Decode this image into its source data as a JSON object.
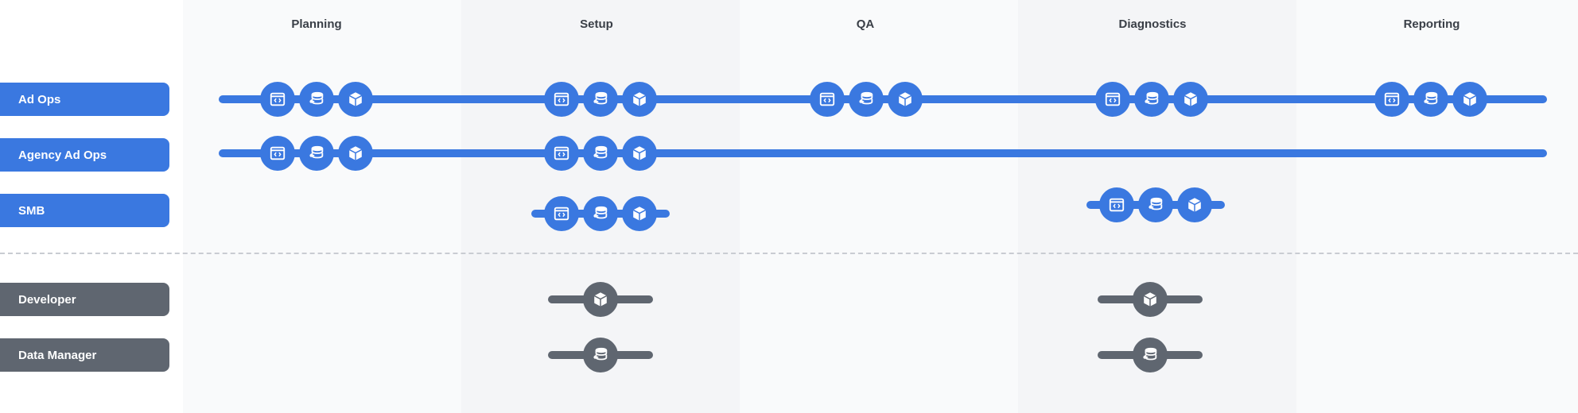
{
  "colors": {
    "primary": "#3a78e0",
    "secondary": "#5f6670",
    "column_shade": "#f4f5f7",
    "column_light": "#f9fafb",
    "divider": "#c9ccd2"
  },
  "stages": [
    {
      "label": "Planning"
    },
    {
      "label": "Setup"
    },
    {
      "label": "QA"
    },
    {
      "label": "Diagnostics"
    },
    {
      "label": "Reporting"
    }
  ],
  "roles": [
    {
      "label": "Ad Ops",
      "group": "primary",
      "icon_groups": [
        {
          "stage": 0,
          "icons": [
            "code-window-icon",
            "database-sync-icon",
            "package-icon"
          ]
        },
        {
          "stage": 1,
          "icons": [
            "code-window-icon",
            "database-sync-icon",
            "package-icon"
          ]
        },
        {
          "stage": 2,
          "icons": [
            "code-window-icon",
            "database-sync-icon",
            "package-icon"
          ]
        },
        {
          "stage": 3,
          "icons": [
            "code-window-icon",
            "database-sync-icon",
            "package-icon"
          ]
        },
        {
          "stage": 4,
          "icons": [
            "code-window-icon",
            "database-sync-icon",
            "package-icon"
          ]
        }
      ]
    },
    {
      "label": "Agency Ad Ops",
      "group": "primary",
      "icon_groups": [
        {
          "stage": 0,
          "icons": [
            "code-window-icon",
            "database-sync-icon",
            "package-icon"
          ]
        },
        {
          "stage": 1,
          "icons": [
            "code-window-icon",
            "database-sync-icon",
            "package-icon"
          ]
        }
      ]
    },
    {
      "label": "SMB",
      "group": "primary",
      "icon_groups": [
        {
          "stage": 1,
          "icons": [
            "code-window-icon",
            "database-sync-icon",
            "package-icon"
          ]
        },
        {
          "stage": 3,
          "icons": [
            "code-window-icon",
            "database-sync-icon",
            "package-icon"
          ]
        }
      ]
    },
    {
      "label": "Developer",
      "group": "secondary",
      "icon_groups": [
        {
          "stage": 1,
          "icons": [
            "package-icon"
          ]
        },
        {
          "stage": 3,
          "icons": [
            "package-icon"
          ]
        }
      ]
    },
    {
      "label": "Data Manager",
      "group": "secondary",
      "icon_groups": [
        {
          "stage": 1,
          "icons": [
            "database-sync-icon"
          ]
        },
        {
          "stage": 3,
          "icons": [
            "database-sync-icon"
          ]
        }
      ]
    }
  ]
}
